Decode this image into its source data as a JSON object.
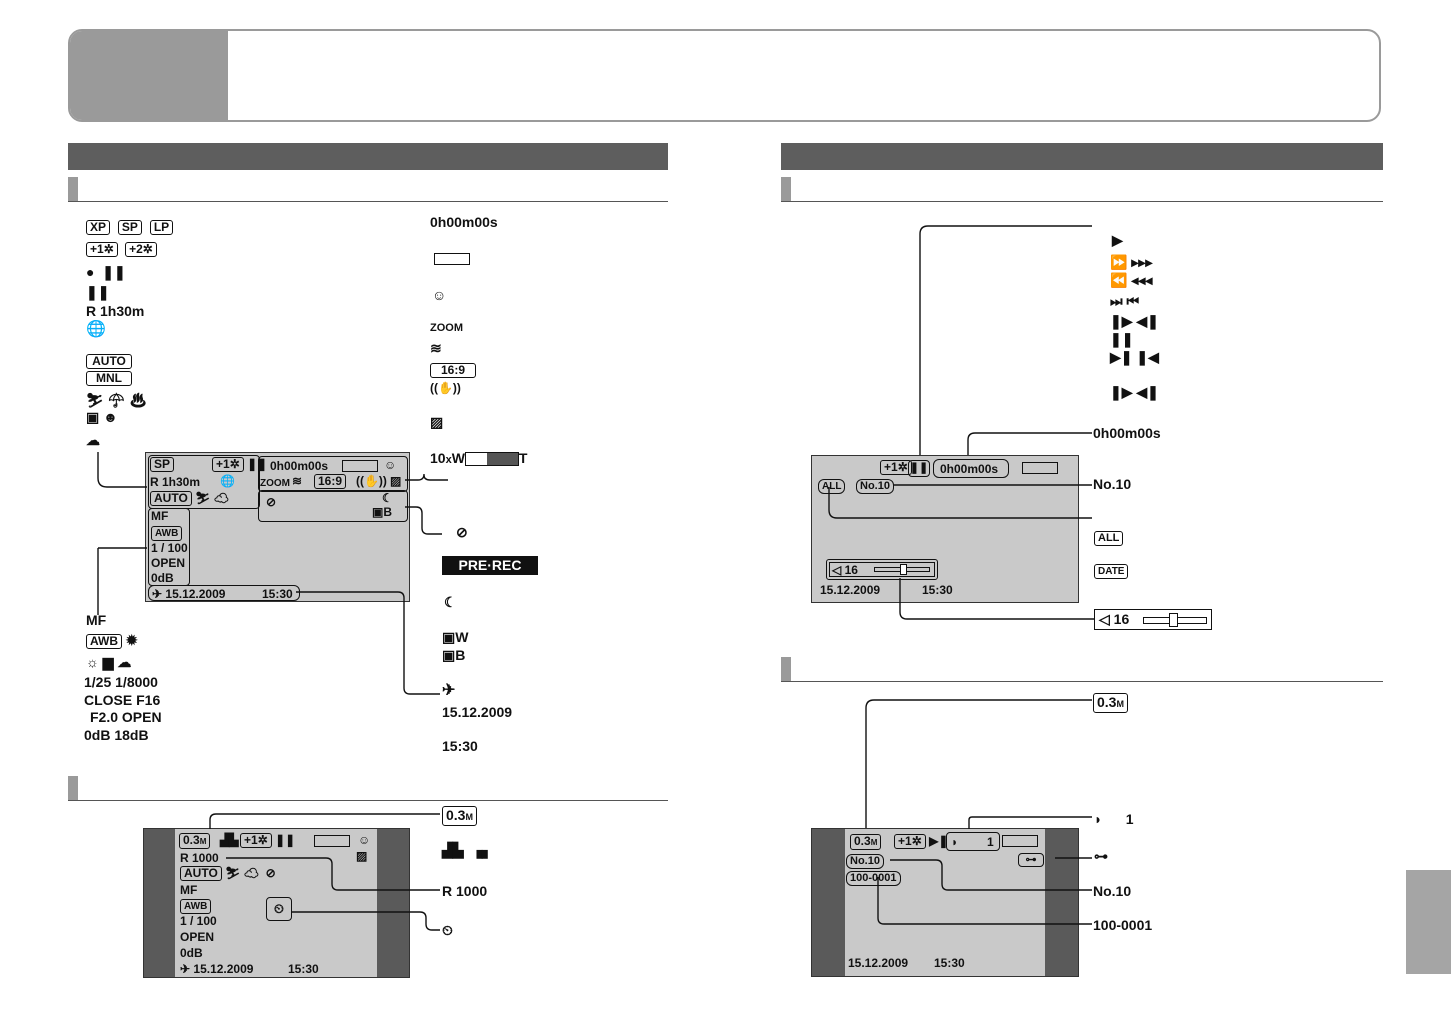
{
  "left_rec_icons": {
    "modes": [
      "XP",
      "SP",
      "LP"
    ],
    "plus1": "+1",
    "plus2": "+2",
    "remaining": "R  1h30m",
    "auto": "AUTO",
    "mnl": "MNL"
  },
  "left_right_col": {
    "counter": "0h00m00s",
    "aspect": "16:9",
    "zoom": "10",
    "zoom_x": "x",
    "zoom_w": "W",
    "zoom_t": "T",
    "prerec": "PRE·REC",
    "wipe_w": "W",
    "wipe_b": "B",
    "date": "15.12.2009",
    "time": "15:30"
  },
  "rec_screen": {
    "mode": "SP",
    "plus1": "+1",
    "remaining": "R  1h30m",
    "auto": "AUTO",
    "counter": "0h00m00s",
    "aspect": "16:9",
    "wipe": "B",
    "mf": "MF",
    "awb": "AWB",
    "shutter": "1 / 100",
    "iris": "OPEN",
    "gain": "0dB",
    "date": "15.12.2009",
    "time": "15:30"
  },
  "left_bottom_list": {
    "mf": "MF",
    "awb": "AWB",
    "shutter": "1/25   1/8000",
    "iris1": "CLOSE   F16",
    "iris2": "F2.0   OPEN",
    "gain": "0dB    18dB"
  },
  "photo_rec_screen": {
    "size": "0.3",
    "size_unit": "M",
    "plus1": "+1",
    "remaining": "R 1000",
    "auto": "AUTO",
    "mf": "MF",
    "awb": "AWB",
    "shutter": "1 / 100",
    "iris": "OPEN",
    "gain": "0dB",
    "date": "15.12.2009",
    "time": "15:30"
  },
  "photo_rec_labels": {
    "size": "0.3",
    "size_unit": "M",
    "remaining": "R 1000"
  },
  "play_screen": {
    "plus1": "+1",
    "counter": "0h00m00s",
    "all": "ALL",
    "no": "No.10",
    "volume": "16",
    "date": "15.12.2009",
    "time": "15:30"
  },
  "play_labels": {
    "counter": "0h00m00s",
    "no": "No.10",
    "all": "ALL",
    "date_icon": "DATE",
    "volume": "16"
  },
  "photo_play_screen": {
    "size": "0.3",
    "size_unit": "M",
    "plus1": "+1",
    "print_count": "1",
    "no": "No.10",
    "file": "100-0001",
    "date": "15.12.2009",
    "time": "15:30"
  },
  "photo_play_labels": {
    "size": "0.3",
    "size_unit": "M",
    "print_count": "1",
    "no": "No.10",
    "file": "100-0001"
  }
}
